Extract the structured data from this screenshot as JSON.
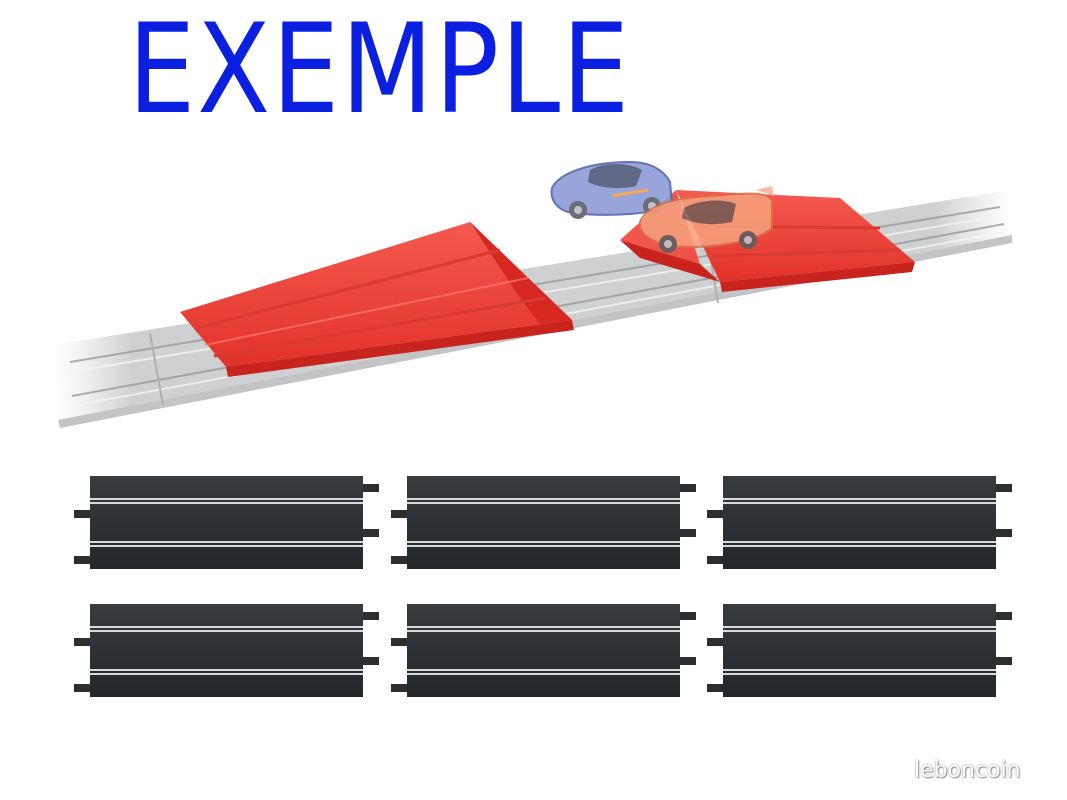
{
  "heading": {
    "text": "EXEMPLE",
    "color": "#0b1fe0"
  },
  "watermark": {
    "text": "leboncoin"
  },
  "scene": {
    "ramp_color": "#f0433a",
    "track_color": "#c9cacc",
    "straight_track_color": "#2b2f31",
    "straight_track_count": 6,
    "cars": [
      "blue-race-car",
      "orange-race-car"
    ]
  }
}
